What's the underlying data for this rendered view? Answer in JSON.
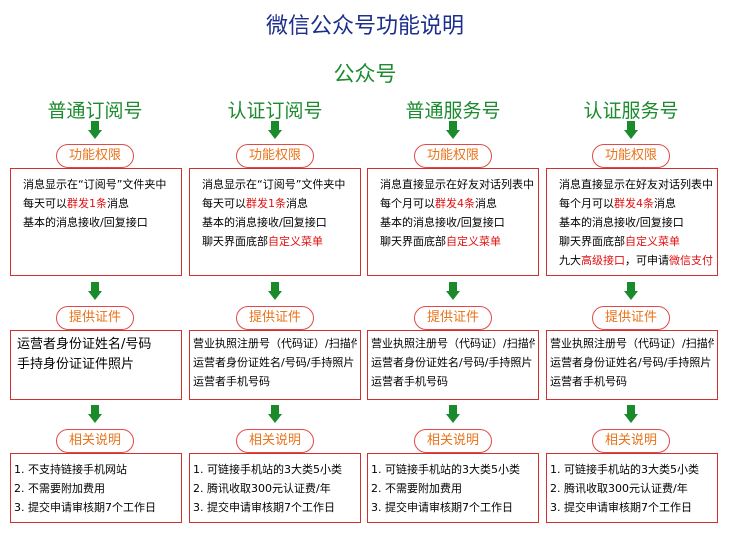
{
  "title": "微信公众号功能说明",
  "subtitle": "公众号",
  "section_labels": {
    "permissions": "功能权限",
    "certificates": "提供证件",
    "notes": "相关说明"
  },
  "columns": [
    {
      "name": "普通订阅号",
      "permissions": [
        {
          "parts": [
            {
              "t": "消息显示在“订阅号”文件夹中"
            }
          ]
        },
        {
          "parts": [
            {
              "t": "每天可以"
            },
            {
              "t": "群发1条",
              "red": true
            },
            {
              "t": "消息"
            }
          ]
        },
        {
          "parts": [
            {
              "t": "基本的消息接收/回复接口"
            }
          ]
        }
      ],
      "certificates": [
        "运营者身份证姓名/号码",
        "手持身份证证件照片"
      ],
      "notes": [
        "1. 不支持链接手机网站",
        "2. 不需要附加费用",
        "3. 提交申请审核期7个工作日"
      ]
    },
    {
      "name": "认证订阅号",
      "permissions": [
        {
          "parts": [
            {
              "t": "消息显示在“订阅号”文件夹中"
            }
          ]
        },
        {
          "parts": [
            {
              "t": "每天可以"
            },
            {
              "t": "群发1条",
              "red": true
            },
            {
              "t": "消息"
            }
          ]
        },
        {
          "parts": [
            {
              "t": "基本的消息接收/回复接口"
            }
          ]
        },
        {
          "parts": [
            {
              "t": "聊天界面底部"
            },
            {
              "t": "自定义菜单",
              "red": true
            }
          ]
        }
      ],
      "certificates": [
        "营业执照注册号（代码证）/扫描件",
        "运营者身份证姓名/号码/手持照片",
        "运营者手机号码"
      ],
      "notes": [
        "1. 可链接手机站的3大类5小类",
        "2. 腾讯收取300元认证费/年",
        "3. 提交申请审核期7个工作日"
      ]
    },
    {
      "name": "普通服务号",
      "permissions": [
        {
          "parts": [
            {
              "t": "消息直接显示在好友对话列表中"
            }
          ]
        },
        {
          "parts": [
            {
              "t": "每个月可以"
            },
            {
              "t": "群发4条",
              "red": true
            },
            {
              "t": "消息"
            }
          ]
        },
        {
          "parts": [
            {
              "t": "基本的消息接收/回复接口"
            }
          ]
        },
        {
          "parts": [
            {
              "t": "聊天界面底部"
            },
            {
              "t": "自定义菜单",
              "red": true
            }
          ]
        }
      ],
      "certificates": [
        "营业执照注册号（代码证）/扫描件",
        "运营者身份证姓名/号码/手持照片",
        "运营者手机号码"
      ],
      "notes": [
        "1. 可链接手机站的3大类5小类",
        "2. 不需要附加费用",
        "3. 提交申请审核期7个工作日"
      ]
    },
    {
      "name": "认证服务号",
      "permissions": [
        {
          "parts": [
            {
              "t": "消息直接显示在好友对话列表中"
            }
          ]
        },
        {
          "parts": [
            {
              "t": "每个月可以"
            },
            {
              "t": "群发4条",
              "red": true
            },
            {
              "t": "消息"
            }
          ]
        },
        {
          "parts": [
            {
              "t": "基本的消息接收/回复接口"
            }
          ]
        },
        {
          "parts": [
            {
              "t": "聊天界面底部"
            },
            {
              "t": "自定义菜单",
              "red": true
            }
          ]
        },
        {
          "parts": [
            {
              "t": "九大"
            },
            {
              "t": "高级接口",
              "red": true
            },
            {
              "t": "，可申请"
            },
            {
              "t": "微信支付",
              "red": true
            }
          ]
        }
      ],
      "certificates": [
        "营业执照注册号（代码证）/扫描件",
        "运营者身份证姓名/号码/手持照片",
        "运营者手机号码"
      ],
      "notes": [
        "1. 可链接手机站的3大类5小类",
        "2. 腾讯收取300元认证费/年",
        "3. 提交申请审核期7个工作日"
      ]
    }
  ],
  "colors": {
    "title": "#1c2f8c",
    "heading": "#1c8a2e",
    "arrow": "#1a8a2a",
    "border": "#d03030",
    "pill_text": "#e8731a",
    "highlight": "#e01010"
  }
}
